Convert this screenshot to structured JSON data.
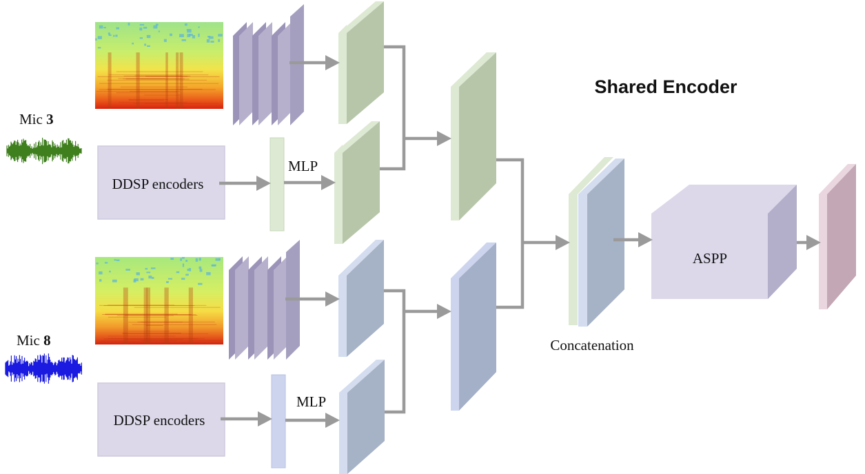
{
  "title": "Shared Encoder",
  "mic_top": {
    "prefix": "Mic",
    "number": "3",
    "waveform_color": "#3f7f1e"
  },
  "mic_bottom": {
    "prefix": "Mic",
    "number": "8",
    "waveform_color": "#1a1ae0"
  },
  "ddsp_top": "DDSP encoders",
  "ddsp_bottom": "DDSP encoders",
  "mlp_top": "MLP",
  "mlp_bottom": "MLP",
  "concat_label": "Concatenation",
  "aspp_label": "ASPP",
  "colors": {
    "green_branch": "#b7c6a9",
    "blue_branch": "#a6b2c6",
    "conv_stack": "#b3aec9",
    "block_box": "#dcd8ea",
    "output": "#c3a7b4",
    "arrow": "#9a9a9a"
  }
}
